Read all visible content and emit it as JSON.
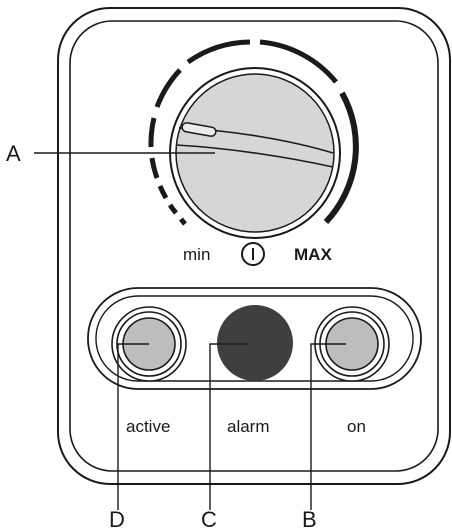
{
  "dial": {
    "min_label": "min",
    "max_label": "MAX",
    "power_symbol": "power-icon"
  },
  "buttons": {
    "active_label": "active",
    "alarm_label": "alarm",
    "on_label": "on"
  },
  "callouts": {
    "a": "A",
    "b": "B",
    "c": "C",
    "d": "D"
  },
  "colors": {
    "outline": "#1a1a1a",
    "knob_fill": "#d6d6d6",
    "indicator_grey": "#bdbdbd",
    "alarm_dark": "#3f3f3f"
  }
}
